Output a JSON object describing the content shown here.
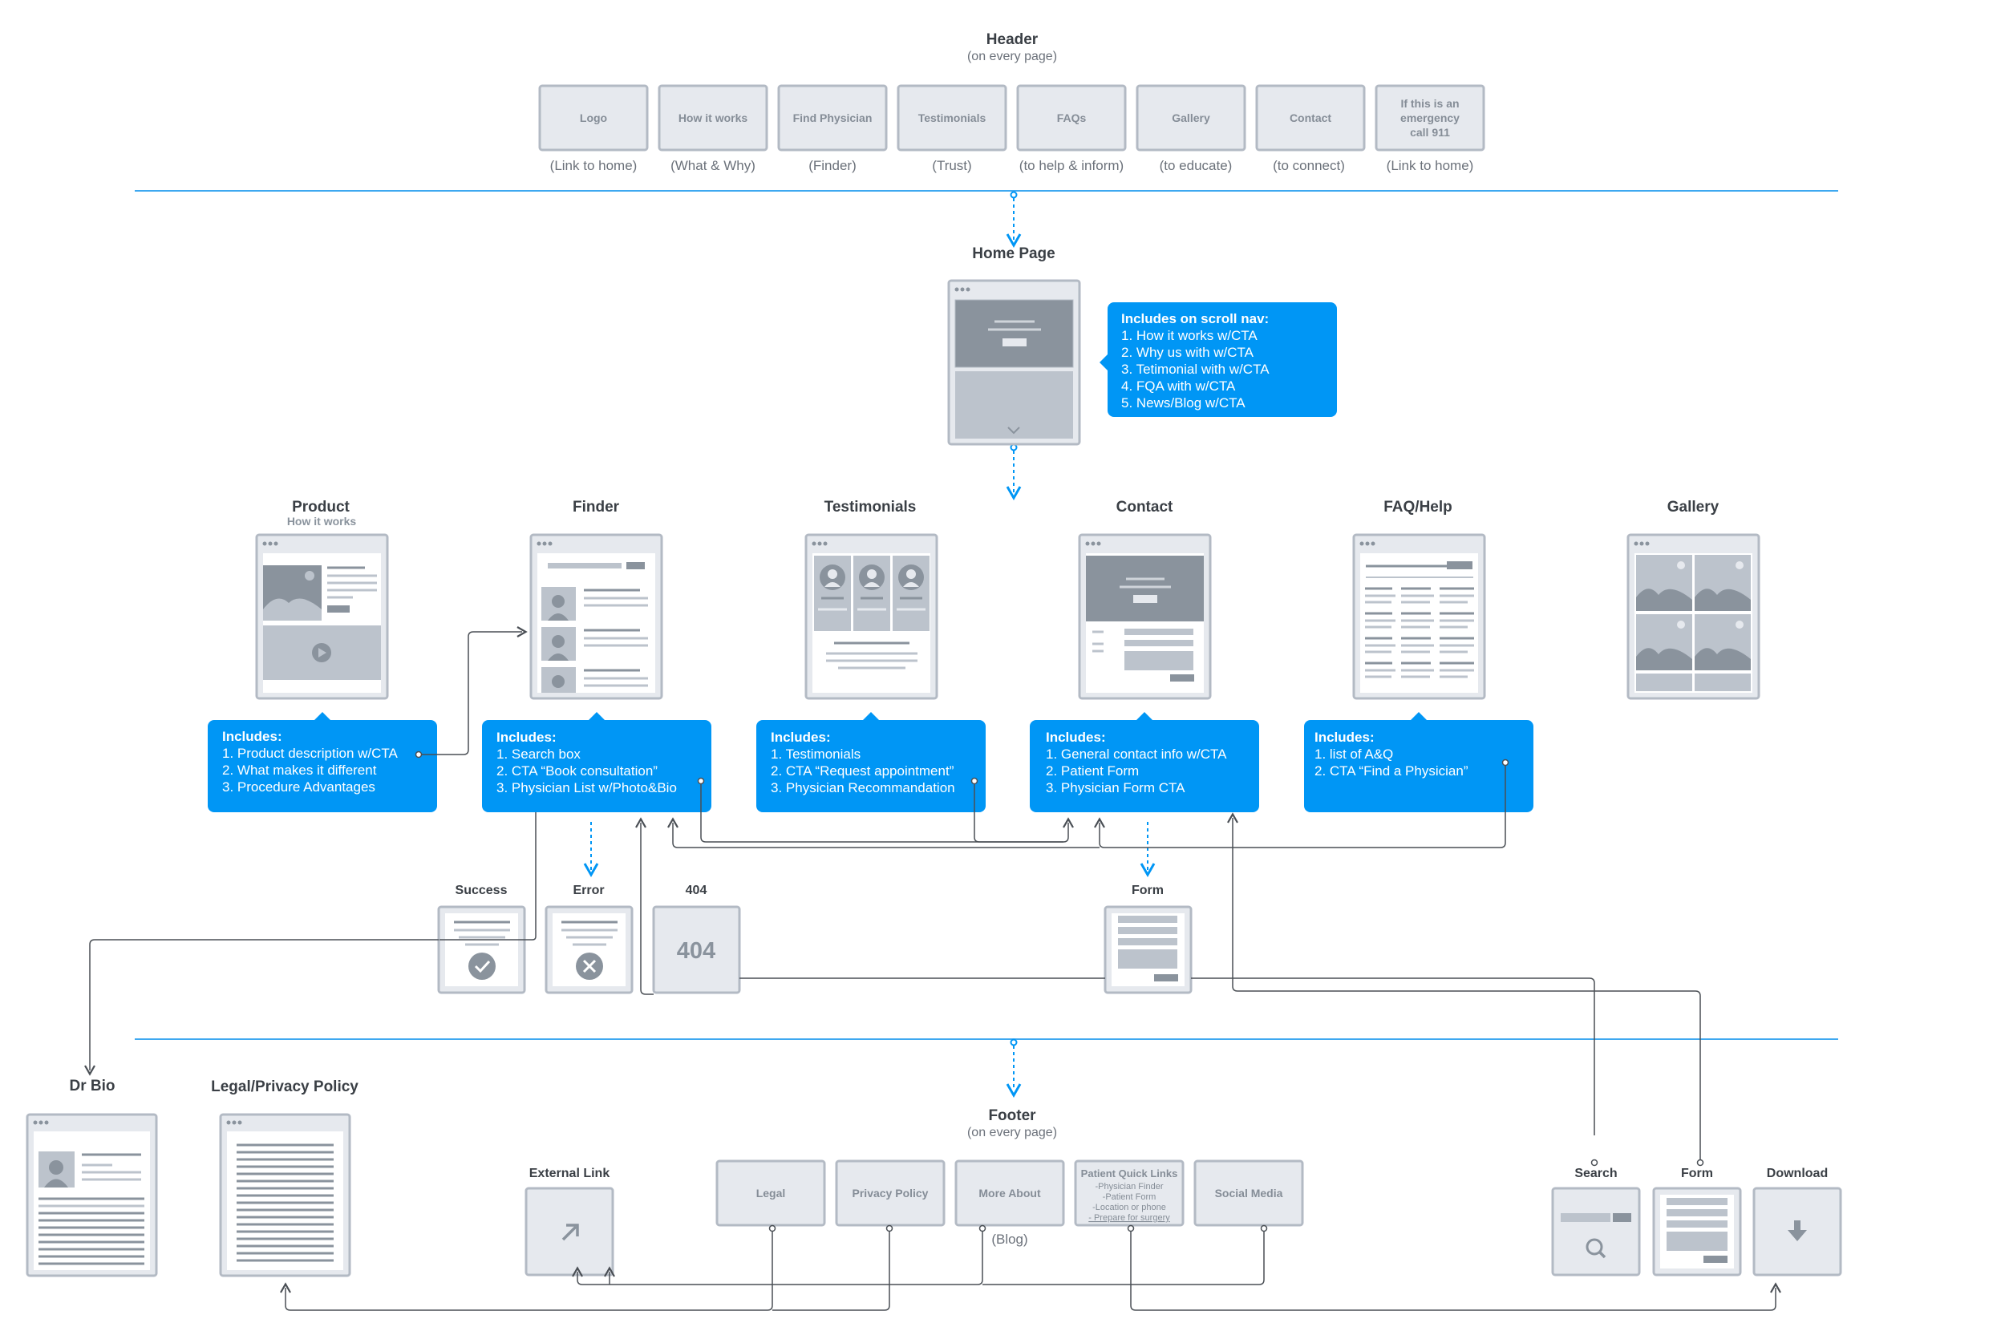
{
  "header": {
    "title": "Header",
    "subtitle": "(on every page)",
    "items": [
      {
        "label": "Logo",
        "note": "(Link to home)"
      },
      {
        "label": "How it works",
        "note": "(What & Why)"
      },
      {
        "label": "Find Physician",
        "note": "(Finder)"
      },
      {
        "label": "Testimonials",
        "note": "(Trust)"
      },
      {
        "label": "FAQs",
        "note": "(to help & inform)"
      },
      {
        "label": "Gallery",
        "note": "(to educate)"
      },
      {
        "label": "Contact",
        "note": "(to connect)"
      },
      {
        "label": "If this is an emergency call 911",
        "lines": [
          "If this is an",
          "emergency",
          "call 911"
        ],
        "note": "(Link to home)"
      }
    ]
  },
  "home": {
    "title": "Home Page",
    "callout": {
      "title": "Includes on scroll nav:",
      "items": [
        "1. How it works w/CTA",
        "2. Why us with w/CTA",
        "3. Tetimonial with w/CTA",
        "4. FQA with w/CTA",
        "5. News/Blog w/CTA"
      ]
    }
  },
  "pages": [
    {
      "title": "Product",
      "subtitle": "How it works",
      "callout": {
        "title": "Includes:",
        "items": [
          "1. Product description w/CTA",
          "2. What makes it different",
          "3. Procedure Advantages"
        ]
      }
    },
    {
      "title": "Finder",
      "callout": {
        "title": "Includes:",
        "items": [
          "1. Search box",
          "2. CTA “Book consultation”",
          "3. Physician List w/Photo&Bio"
        ]
      }
    },
    {
      "title": "Testimonials",
      "callout": {
        "title": "Includes:",
        "items": [
          "1. Testimonials",
          "2. CTA “Request appointment”",
          "3. Physician Recommandation"
        ]
      }
    },
    {
      "title": "Contact",
      "callout": {
        "title": "Includes:",
        "items": [
          "1. General contact info w/CTA",
          "2. Patient Form",
          "3. Physician Form CTA"
        ]
      }
    },
    {
      "title": "FAQ/Help",
      "callout": {
        "title": "Includes:",
        "items": [
          "1. list of A&Q",
          "2. CTA “Find a Physician”"
        ]
      }
    },
    {
      "title": "Gallery"
    }
  ],
  "states": {
    "success": "Success",
    "error": "Error",
    "notfound": "404",
    "notfound_code": "404",
    "form": "Form"
  },
  "footer": {
    "title": "Footer",
    "subtitle": "(on every page)",
    "items": [
      {
        "label": "Legal"
      },
      {
        "label": "Privacy Policy"
      },
      {
        "label": "More About",
        "note": "(Blog)"
      },
      {
        "label": "Patient Quick Links",
        "sublines": [
          "-Physician Finder",
          "-Patient Form",
          "-Location or phone",
          "- Prepare for surgery"
        ]
      },
      {
        "label": "Social Media"
      }
    ]
  },
  "bottom": {
    "dr_bio": "Dr Bio",
    "legal_privacy": "Legal/Privacy Policy",
    "external_link": "External Link",
    "search": "Search",
    "form": "Form",
    "download": "Download"
  },
  "colors": {
    "accent": "#0096f5",
    "divider": "#3ea8f0",
    "box_fill": "#e6e9ee",
    "box_stroke": "#b3bac4",
    "wire_dark": "#8a939d",
    "wire_mid": "#bcc3cc",
    "title_text": "#3a3f45",
    "note_text": "#6b717a",
    "connector": "#4a4f55"
  }
}
